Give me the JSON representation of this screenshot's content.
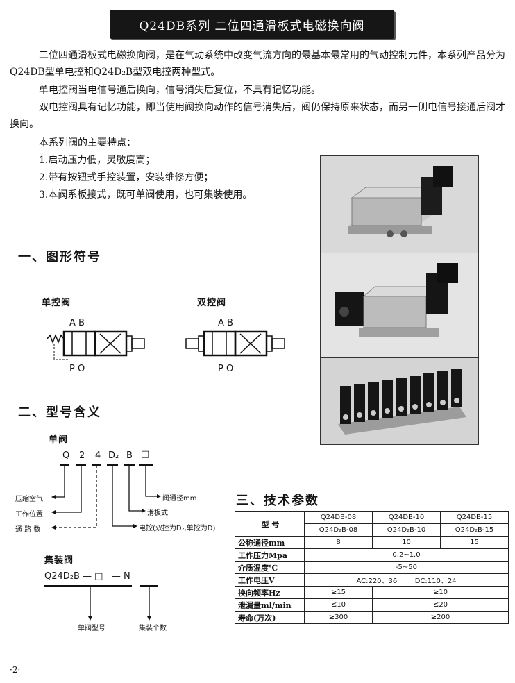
{
  "title": "Q24DB系列    二位四通滑板式电磁换向阀",
  "intro": [
    "二位四通滑板式电磁换向阀，是在气动系统中改变气流方向的最基本最常用的气动控制元件，本系列产品分为Q24DB型单电控和Q24D₂B型双电控两种型式。",
    "单电控阀当电信号通后换向，信号消失后复位，不具有记忆功能。",
    "双电控阀具有记忆功能，即当使用阀换向动作的信号消失后，阀仍保持原来状态，而另一侧电信号接通后阀才换向。"
  ],
  "features_title": "本系列阀的主要特点：",
  "features": [
    "1.启动压力低，灵敏度高；",
    "2.带有按钮式手控装置，安装维修方便；",
    "3.本阀系板接式，既可单阀使用，也可集装使用。"
  ],
  "section1": {
    "title": "一、图形符号",
    "single_label": "单控阀",
    "double_label": "双控阀",
    "port_top": "A B",
    "port_bottom": "P O"
  },
  "section2": {
    "title": "二、型号含义",
    "single_title": "单阀",
    "code": [
      "Q",
      "2",
      "4",
      "D₂",
      "B",
      "□"
    ],
    "labels": [
      "压缩空气",
      "工作位置",
      "通 路 数",
      "阀通径mm",
      "滑板式",
      "电控(双控为D₂,单控为D)"
    ],
    "manifold_title": "集装阀",
    "manifold_code": "Q24D₂B — □   — N",
    "manifold_labels": [
      "单阀型号",
      "集装个数"
    ]
  },
  "section3": {
    "title": "三、技术参数",
    "header_label": "型    号",
    "models": [
      [
        "Q24DB-08",
        "Q24D₂B-08"
      ],
      [
        "Q24DB-10",
        "Q24D₂B-10"
      ],
      [
        "Q24DB-15",
        "Q24D₂B-15"
      ]
    ],
    "rows": [
      {
        "label": "公称通径mm",
        "cells": [
          "8",
          "10",
          "15"
        ]
      },
      {
        "label": "工作压力Mpa",
        "cells": [
          "0.2~1.0"
        ]
      },
      {
        "label": "介质温度℃",
        "cells": [
          "-5~50"
        ]
      },
      {
        "label": "工作电压V",
        "cells": [
          "AC:220、36        DC:110、24"
        ]
      },
      {
        "label": "换向频率Hz",
        "cells": [
          "≥15",
          "≥10"
        ]
      },
      {
        "label": "泄漏量ml/min",
        "cells": [
          "≤10",
          "≤20"
        ]
      },
      {
        "label": "寿命(万次)",
        "cells": [
          "≥300",
          "≥200"
        ]
      }
    ]
  },
  "page_number": "·2·"
}
